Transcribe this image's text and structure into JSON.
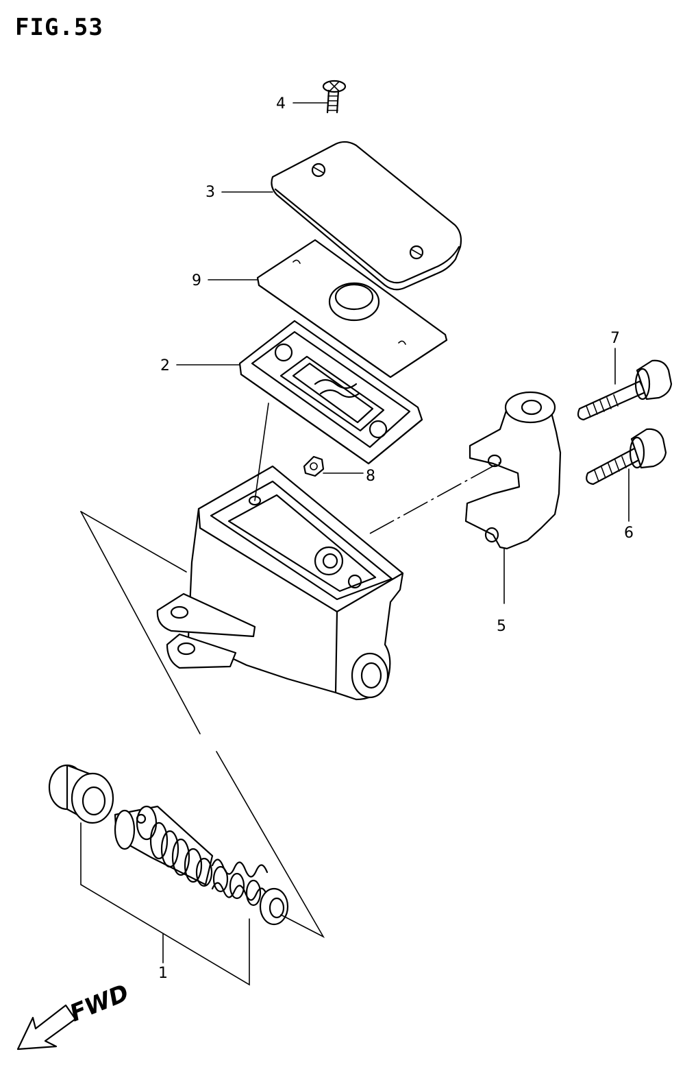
{
  "figure": {
    "title": "FIG.53",
    "direction_label": "FWD"
  },
  "callouts": [
    {
      "id": "1",
      "label": "1"
    },
    {
      "id": "2",
      "label": "2"
    },
    {
      "id": "3",
      "label": "3"
    },
    {
      "id": "4",
      "label": "4"
    },
    {
      "id": "5",
      "label": "5"
    },
    {
      "id": "6",
      "label": "6"
    },
    {
      "id": "7",
      "label": "7"
    },
    {
      "id": "8",
      "label": "8"
    },
    {
      "id": "9",
      "label": "9"
    }
  ]
}
